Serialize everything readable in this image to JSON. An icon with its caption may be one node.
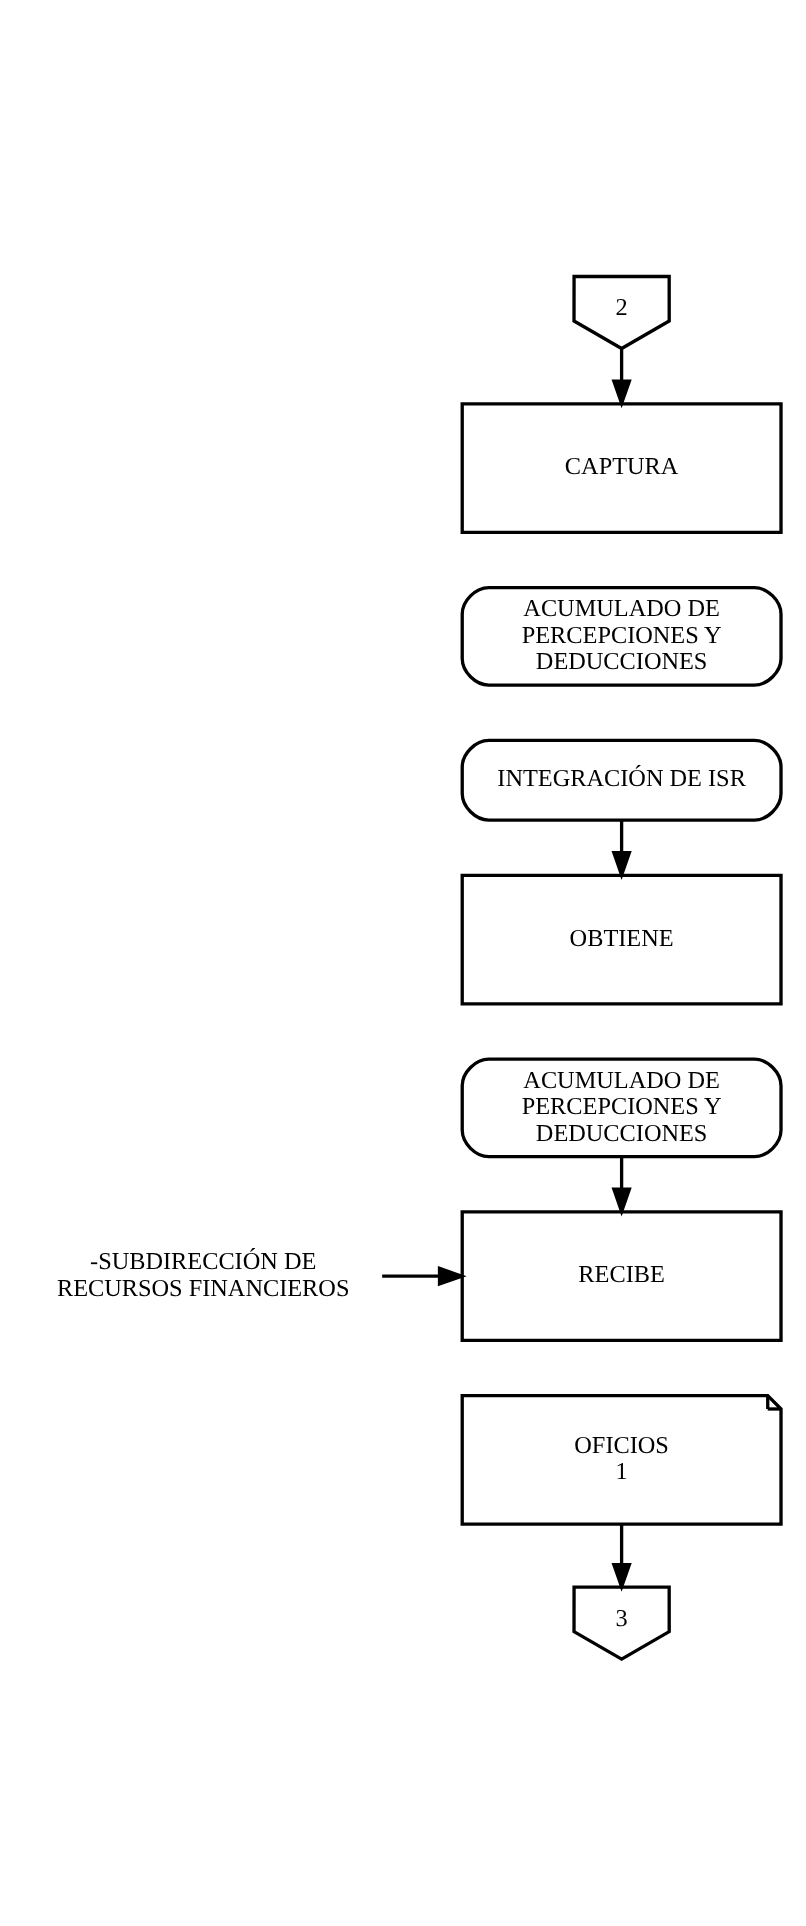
{
  "diagram": {
    "nodes": [
      {
        "text": [
          "2"
        ]
      },
      {
        "text": [
          "CAPTURA"
        ]
      },
      {
        "text": [
          "ACUMULADO DE PERCEPCIONES Y DEDUCCIONES"
        ]
      },
      {
        "text": [
          "INTEGRACIÓN DE ISR"
        ]
      },
      {
        "text": [
          "OBTIENE"
        ]
      },
      {
        "text": [
          "ACUMULADO DE PERCEPCIONES Y DEDUCCIONES"
        ]
      },
      {
        "text": [
          "-SUBDIRECCIÓN DE RECURSOS FINANCIEROS"
        ]
      },
      {
        "text": [
          "RECIBE"
        ]
      },
      {
        "text": [
          "OFICIOS",
          "1"
        ]
      },
      {
        "text": [
          "3"
        ]
      }
    ],
    "edges": [
      {
        "from": 0,
        "to": 1,
        "arrow": "to"
      },
      {
        "from": 3,
        "to": 4,
        "arrow": "to"
      },
      {
        "from": 5,
        "to": 7,
        "arrow": "to"
      },
      {
        "from": 6,
        "to": 7,
        "arrow": "to"
      },
      {
        "from": 8,
        "to": 9,
        "arrow": "to"
      }
    ]
  }
}
